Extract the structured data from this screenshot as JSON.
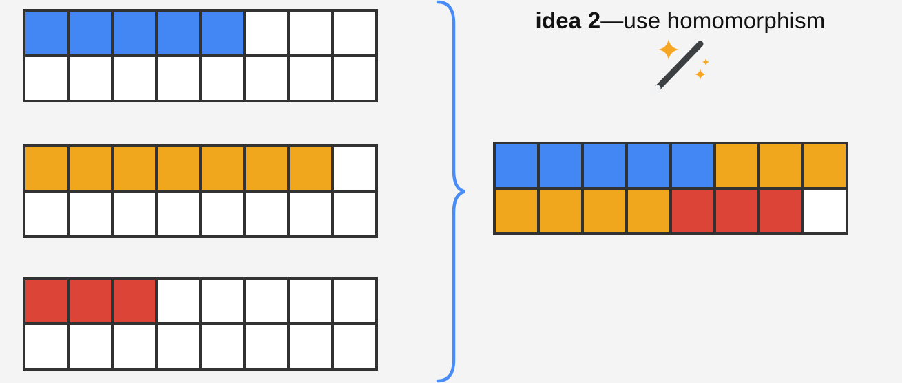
{
  "title": {
    "bold": "idea 2",
    "rest": "—use homomorphism"
  },
  "colors": {
    "background": "#f4f4f4",
    "title_text": "#111111",
    "cell_border": "#323232",
    "brace": "#4a8cf5",
    "blue": "#4387f4",
    "orange": "#f0a71d",
    "red": "#db4437",
    "white": "#ffffff",
    "wand_stick": "#3c4043",
    "wand_tip": "#f1f3f4",
    "sparkle": "#f6a622"
  },
  "grids": {
    "addends": [
      {
        "id": "addend-blue",
        "rows": 2,
        "cols": 8,
        "cells": [
          [
            "blue",
            "blue",
            "blue",
            "blue",
            "blue",
            "white",
            "white",
            "white"
          ],
          [
            "white",
            "white",
            "white",
            "white",
            "white",
            "white",
            "white",
            "white"
          ]
        ]
      },
      {
        "id": "addend-orange",
        "rows": 2,
        "cols": 8,
        "cells": [
          [
            "orange",
            "orange",
            "orange",
            "orange",
            "orange",
            "orange",
            "orange",
            "white"
          ],
          [
            "white",
            "white",
            "white",
            "white",
            "white",
            "white",
            "white",
            "white"
          ]
        ]
      },
      {
        "id": "addend-red",
        "rows": 2,
        "cols": 8,
        "cells": [
          [
            "red",
            "red",
            "red",
            "white",
            "white",
            "white",
            "white",
            "white"
          ],
          [
            "white",
            "white",
            "white",
            "white",
            "white",
            "white",
            "white",
            "white"
          ]
        ]
      }
    ],
    "result": {
      "id": "result-sum",
      "rows": 2,
      "cols": 8,
      "cells": [
        [
          "blue",
          "blue",
          "blue",
          "blue",
          "blue",
          "orange",
          "orange",
          "orange"
        ],
        [
          "orange",
          "orange",
          "orange",
          "orange",
          "red",
          "red",
          "red",
          "white"
        ]
      ]
    }
  }
}
